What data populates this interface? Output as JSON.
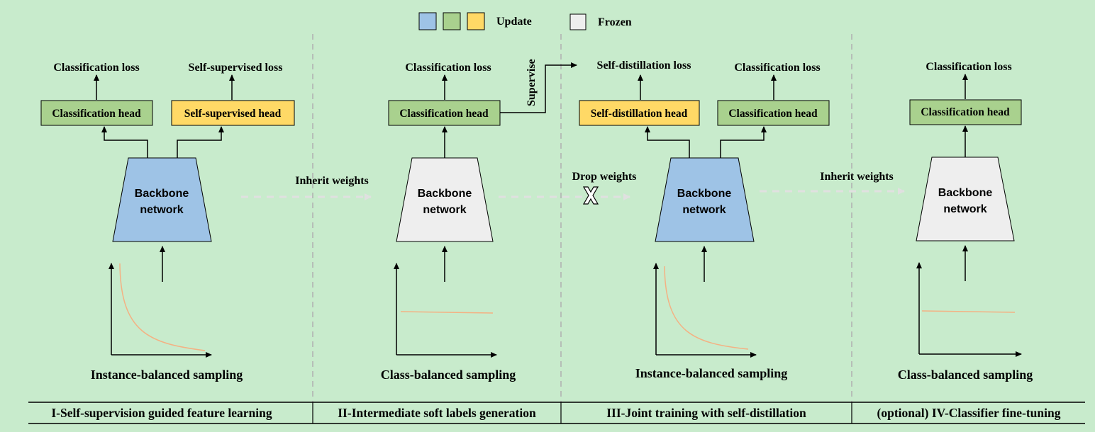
{
  "legend": {
    "update_label": "Update",
    "frozen_label": "Frozen",
    "colors": {
      "blue": "#9ec3e6",
      "green": "#a9d18e",
      "yellow": "#ffd966",
      "frozen": "#eeeeee"
    }
  },
  "colors": {
    "background": "#c8ebcc",
    "classification_head": "#a9d18e",
    "aux_head": "#ffd966",
    "backbone_update": "#9ec3e6",
    "backbone_frozen": "#eeeeee",
    "curve": "#f4b183",
    "divider": "#b0b0b0",
    "dashed_arrow": "#e0e0e0"
  },
  "stage1": {
    "loss_left": "Classification loss",
    "loss_right": "Self-supervised loss",
    "head_left": "Classification head",
    "head_right": "Self-supervised head",
    "backbone_line1": "Backbone",
    "backbone_line2": "network",
    "sampling": "Instance-balanced sampling",
    "title": "I-Self-supervision guided feature learning"
  },
  "stage2": {
    "loss": "Classification loss",
    "head": "Classification head",
    "backbone_line1": "Backbone",
    "backbone_line2": "network",
    "sampling": "Class-balanced sampling",
    "title": "II-Intermediate soft labels generation",
    "supervise": "Supervise"
  },
  "stage3": {
    "loss_left": "Self-distillation loss",
    "loss_right": "Classification loss",
    "head_left": "Self-distillation head",
    "head_right": "Classification head",
    "backbone_line1": "Backbone",
    "backbone_line2": "network",
    "sampling": "Instance-balanced sampling",
    "title": "III-Joint training with self-distillation"
  },
  "stage4": {
    "loss": "Classification loss",
    "head": "Classification head",
    "backbone_line1": "Backbone",
    "backbone_line2": "network",
    "sampling": "Class-balanced sampling",
    "title": "(optional) IV-Classifier fine-tuning"
  },
  "transitions": {
    "inherit_1": "Inherit weights",
    "drop": "Drop weights",
    "inherit_2": "Inherit weights"
  }
}
